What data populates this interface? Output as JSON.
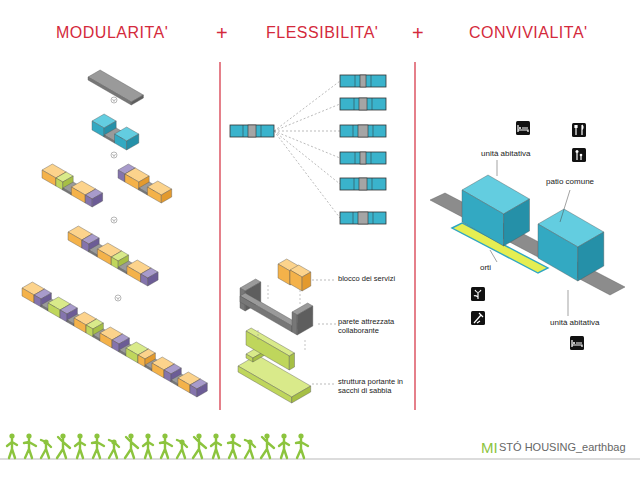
{
  "diagram": {
    "labels": [
      "MODULARITA'",
      "+",
      "FLESSIBILITA'",
      "+",
      "CONVIVIALITA'",
      "unità abitativa",
      "patio comune",
      "orti",
      "unità abitativa",
      "blocco dei servizi",
      "parete attrezzata collaborante",
      "struttura portante in sacchi di sabbia",
      "MI",
      "STÓ HOUSING_earthbag"
    ]
  }
}
